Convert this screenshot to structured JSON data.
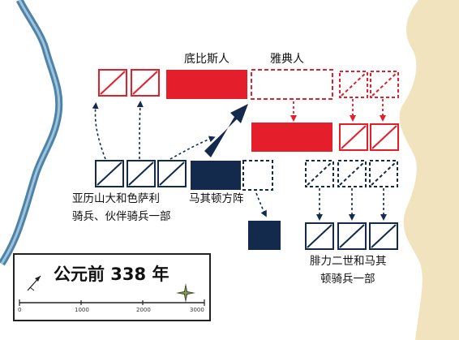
{
  "factions": {
    "thebans": "底比斯人",
    "athenians": "雅典人"
  },
  "labels": {
    "alexander": [
      "亚历山大和色萨利",
      "骑兵、伙伴骑兵一部"
    ],
    "phalanx": "马其顿方阵",
    "philip": [
      "腓力二世和马其",
      "顿骑兵一部"
    ]
  },
  "legend": {
    "title": "公元前 338 年",
    "scale": [
      "0",
      "1000",
      "2000",
      "3000"
    ]
  },
  "colors": {
    "red": "#e41e2b",
    "navy": "#142a4d",
    "river": "#4e83a8",
    "land": "#f1e3bd"
  },
  "icons": [
    "north-arrow-icon",
    "compass-rose-icon"
  ]
}
